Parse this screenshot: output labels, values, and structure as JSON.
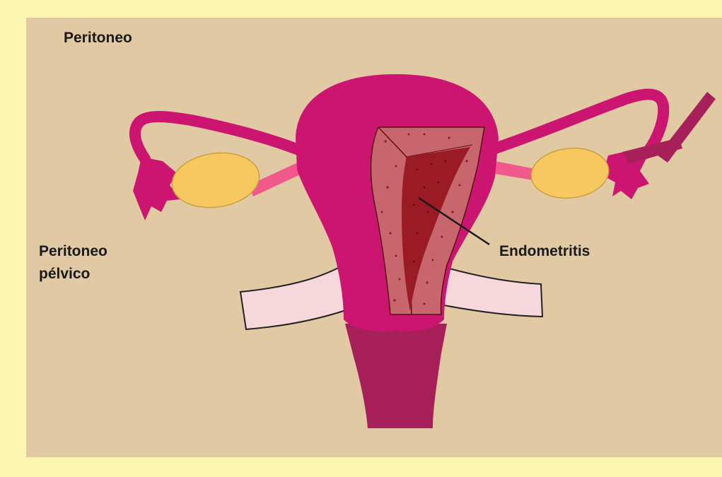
{
  "labels": {
    "peritoneo": "Peritoneo",
    "peritoneo_pelvico_line1": "Peritoneo",
    "peritoneo_pelvico_line2": "pélvico",
    "endometritis": "Endometritis"
  },
  "colors": {
    "frame": "#fdf6b0",
    "background": "#e1c9a3",
    "uterus": "#cc1570",
    "cavity": "#c8666d",
    "inflamed_lining": "#9a1a26",
    "ovary": "#f8c860",
    "cervix": "#a8205a",
    "peritoneal_band": "#f6d8dc"
  }
}
